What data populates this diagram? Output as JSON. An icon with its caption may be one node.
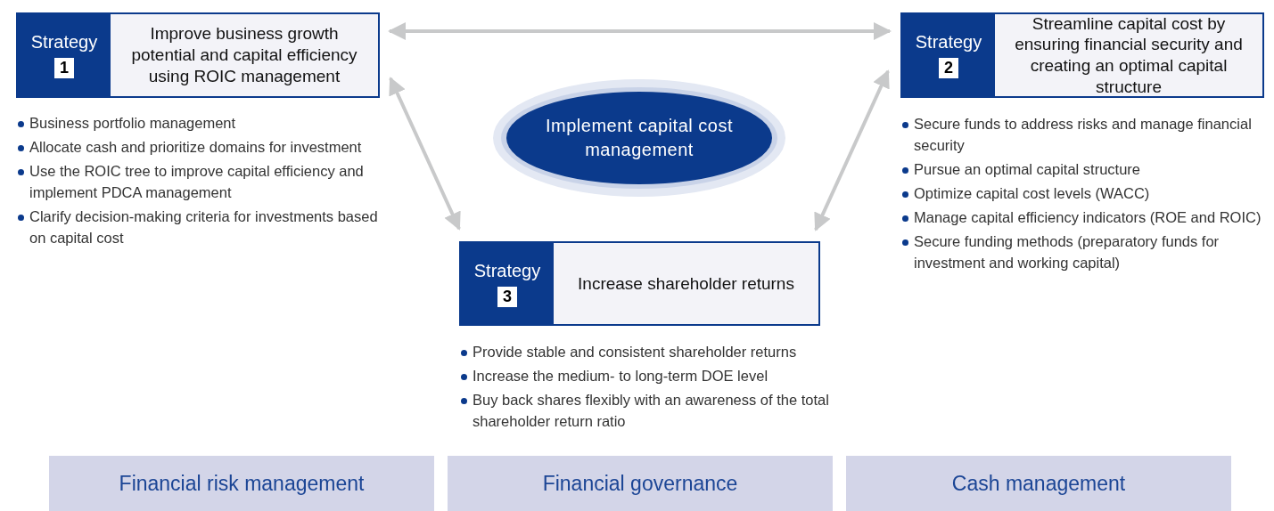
{
  "diagram": {
    "nodes": [
      {
        "text": [
          "Strategy",
          "1",
          "Improve business growth potential and capital efficiency using ROIC management"
        ],
        "beside": [
          "Business portfolio management",
          "Allocate cash and prioritize domains for investment",
          "Use the ROIC tree to improve capital efficiency and implement PDCA management",
          "Clarify decision-making criteria for investments based on capital cost"
        ]
      },
      {
        "text": [
          "Strategy",
          "2",
          "Streamline capital cost by ensuring financial security and creating an optimal capital structure"
        ],
        "beside": [
          "Secure funds to address risks and manage financial security",
          "Pursue an optimal capital structure",
          "Optimize capital cost levels (WACC)",
          "Manage capital efficiency indicators (ROE and ROIC)",
          "Secure funding methods (preparatory funds for investment and working capital)"
        ]
      },
      {
        "text": [
          "Implement capital cost management"
        ]
      },
      {
        "text": [
          "Strategy",
          "3",
          "Increase shareholder returns"
        ],
        "beside": [
          "Provide stable and consistent shareholder returns",
          "Increase the medium- to long-term DOE level",
          "Buy back shares flexibly with an awareness of the total shareholder return ratio"
        ]
      },
      {
        "text": [
          "Financial risk management"
        ]
      },
      {
        "text": [
          "Financial governance"
        ]
      },
      {
        "text": [
          "Cash management"
        ]
      }
    ],
    "edges": [
      {
        "from": 0,
        "to": 1,
        "arrow": "both"
      },
      {
        "from": 0,
        "to": 3,
        "arrow": "both"
      },
      {
        "from": 1,
        "to": 3,
        "arrow": "both"
      }
    ]
  }
}
